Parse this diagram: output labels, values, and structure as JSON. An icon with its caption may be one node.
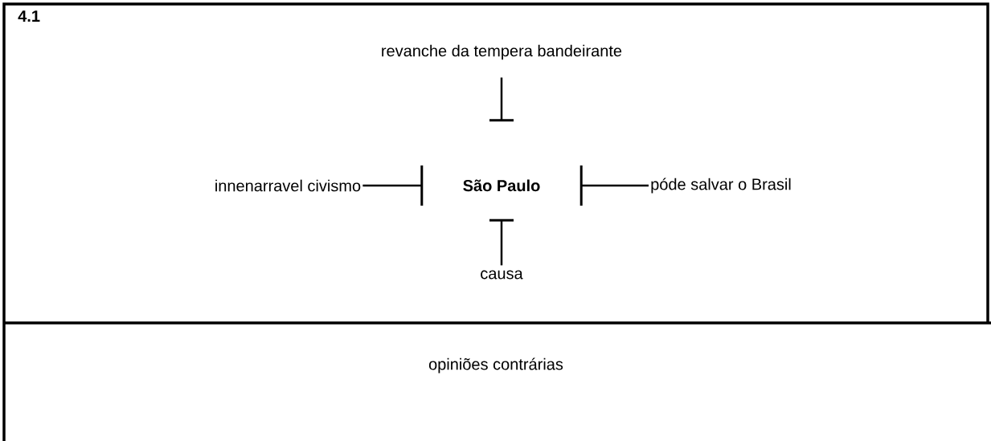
{
  "diagram": {
    "nodes": [
      {
        "text": [
          "revanche da tempera bandeirante"
        ]
      },
      {
        "text": [
          "innenarravel civismo"
        ]
      },
      {
        "text": [
          "São Paulo"
        ]
      },
      {
        "text": [
          "póde salvar o Brasil"
        ]
      },
      {
        "text": [
          "causa"
        ]
      }
    ],
    "edges": [
      {
        "from": 2,
        "to": 0,
        "arrow": "other"
      },
      {
        "from": 2,
        "to": 1,
        "arrow": "other"
      },
      {
        "from": 2,
        "to": 3,
        "arrow": "other"
      },
      {
        "from": 2,
        "to": 4,
        "arrow": "other"
      }
    ],
    "labels": [
      "4.1",
      "opiniões contrárias"
    ]
  }
}
